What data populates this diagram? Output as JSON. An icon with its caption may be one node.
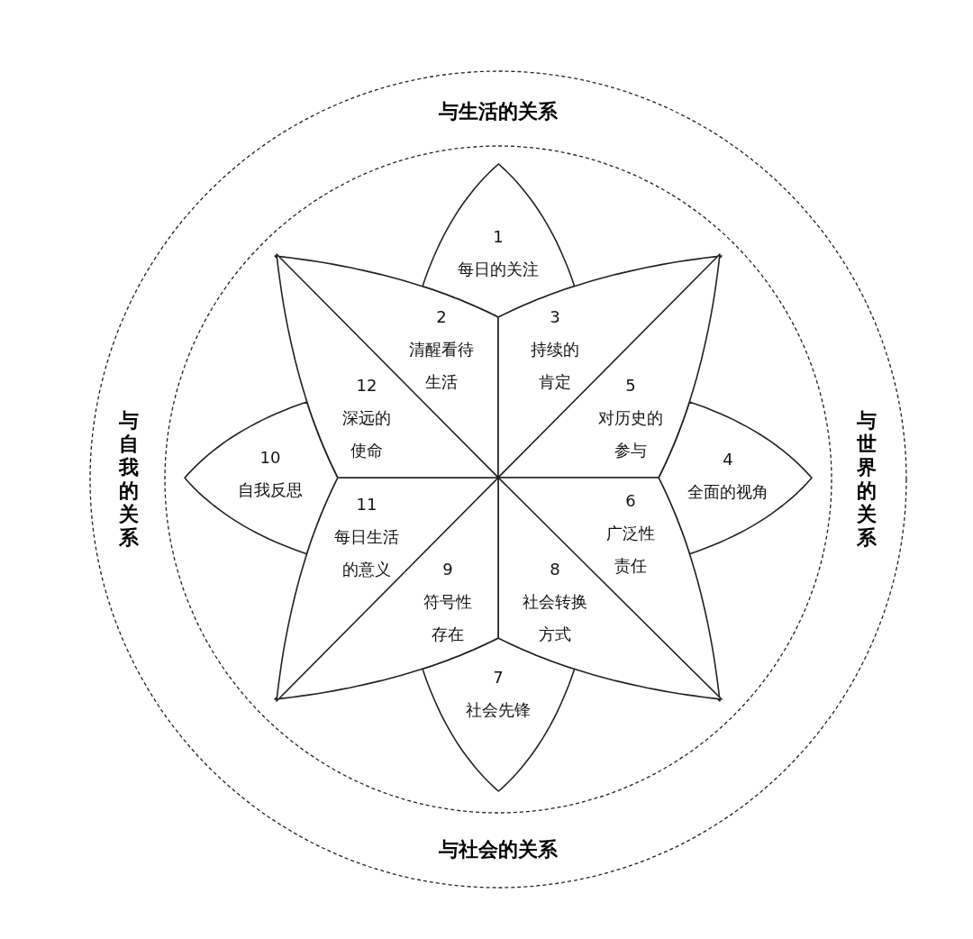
{
  "diagram": {
    "nodes": [
      {
        "text": [
          "1",
          "每日的关注"
        ]
      },
      {
        "text": [
          "2",
          "清醒看待生活"
        ]
      },
      {
        "text": [
          "3",
          "持续的肯定"
        ]
      },
      {
        "text": [
          "4",
          "全面的视角"
        ]
      },
      {
        "text": [
          "5",
          "对历史的参与"
        ]
      },
      {
        "text": [
          "6",
          "广泛性责任"
        ]
      },
      {
        "text": [
          "7",
          "社会先锋"
        ]
      },
      {
        "text": [
          "8",
          "社会转换方式"
        ]
      },
      {
        "text": [
          "9",
          "符号性存在"
        ]
      },
      {
        "text": [
          "10",
          "自我反思"
        ]
      },
      {
        "text": [
          "11",
          "每日生活的意义"
        ]
      },
      {
        "text": [
          "12",
          "深远的使命"
        ]
      }
    ],
    "labels": [
      "与生活的关系",
      "与自我的关系",
      "与世界的关系",
      "与社会的关系"
    ]
  }
}
